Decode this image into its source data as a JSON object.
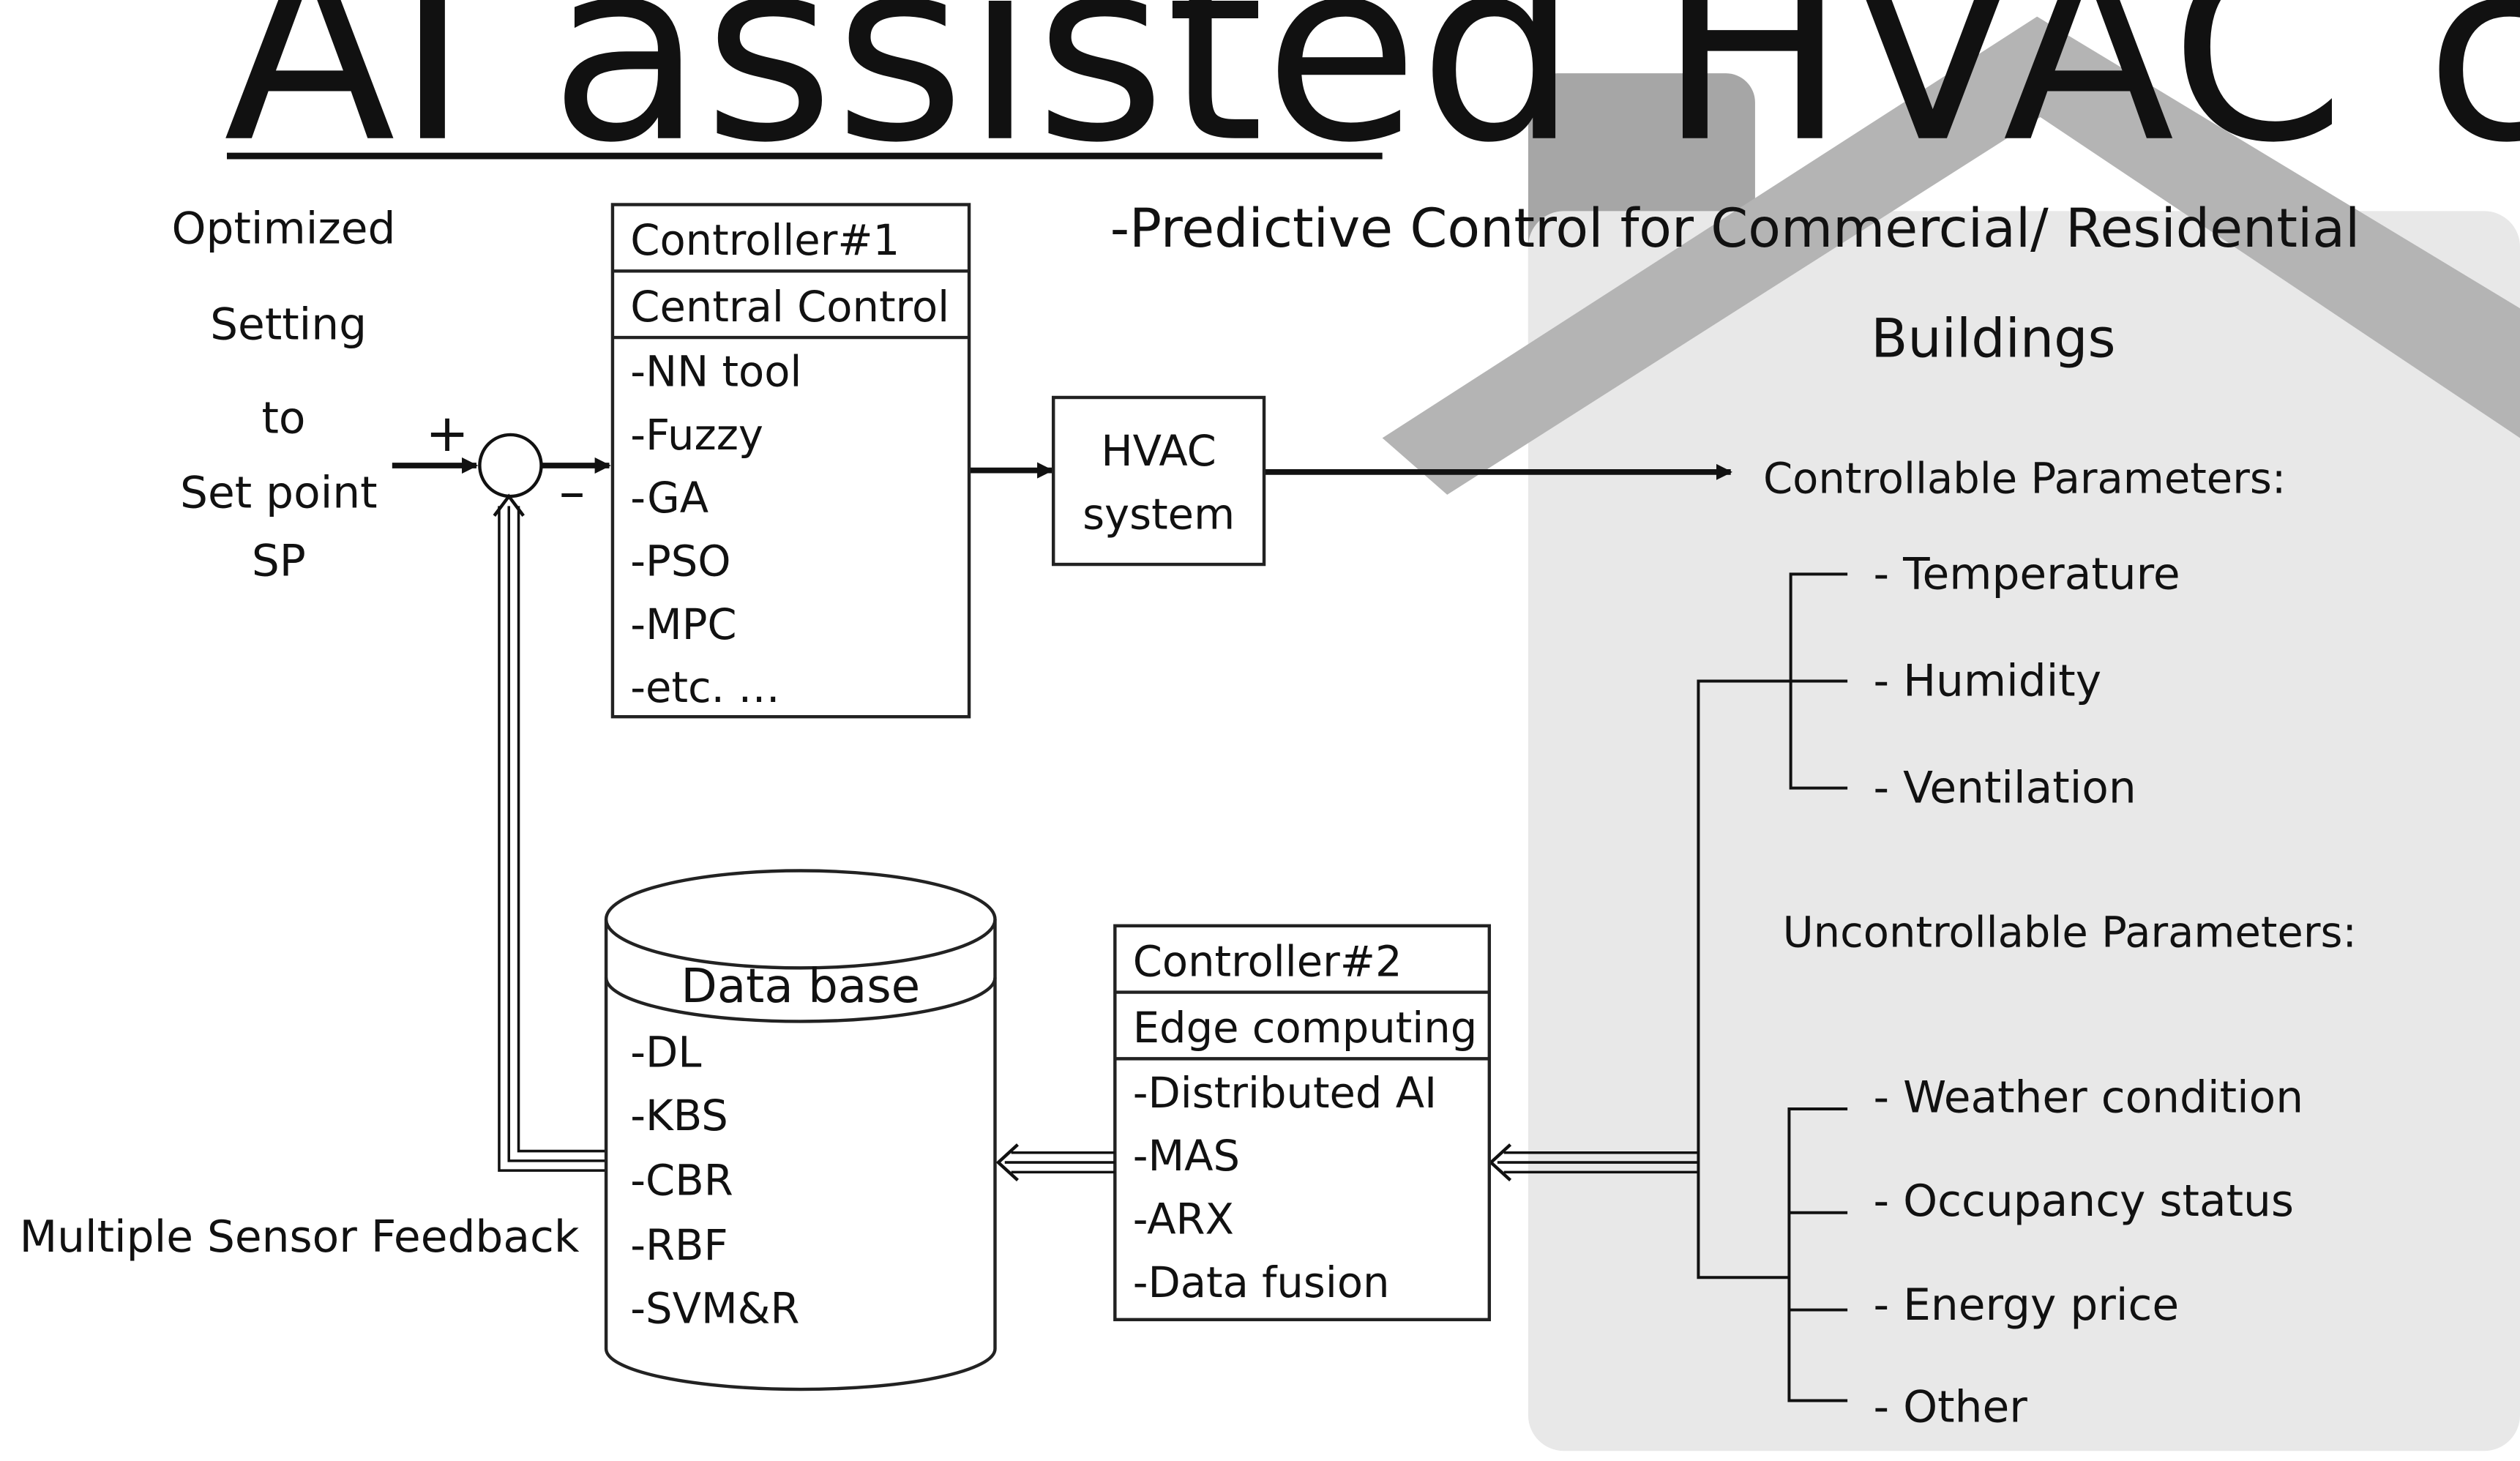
{
  "title": "AI assisted HVAC control",
  "colors": {
    "house_fill": "#e8e8e8",
    "roof": "#b4b4b4",
    "chimney": "#a6a6a6",
    "ink": "#111111"
  },
  "setpoint_label": [
    "Optimized",
    "Setting",
    "to",
    "Set point",
    "SP"
  ],
  "summing_junction": {
    "plus": "+",
    "minus": "–"
  },
  "feedback_label": "Multiple Sensor Feedback",
  "controller1": {
    "header": "Controller#1",
    "subheader": "Central Control",
    "items": [
      "-NN tool",
      "-Fuzzy",
      "-GA",
      "-PSO",
      "-MPC",
      "-etc. …"
    ]
  },
  "hvac_box": {
    "line1": "HVAC",
    "line2": "system"
  },
  "predictive": {
    "line1": "-Predictive Control  for Commercial/ Residential",
    "line2": "Buildings"
  },
  "controllable": {
    "heading": "Controllable Parameters:",
    "items": [
      "-  Temperature",
      "-  Humidity",
      "-  Ventilation"
    ]
  },
  "uncontrollable": {
    "heading": "Uncontrollable Parameters:",
    "items": [
      "-  Weather condition",
      "-  Occupancy status",
      "-  Energy price",
      "-  Other"
    ]
  },
  "database": {
    "header": "Data base",
    "items": [
      "-DL",
      "-KBS",
      "-CBR",
      "-RBF",
      "-SVM&R"
    ]
  },
  "controller2": {
    "header": "Controller#2",
    "subheader": "Edge computing",
    "items": [
      "-Distributed AI",
      "-MAS",
      "-ARX",
      "-Data fusion"
    ]
  }
}
